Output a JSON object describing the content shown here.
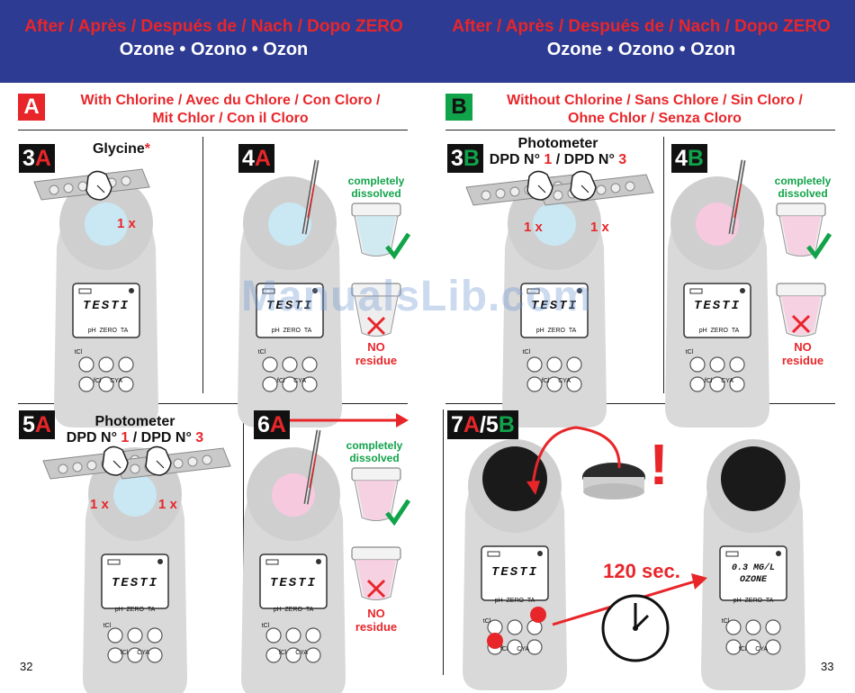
{
  "header": {
    "line1_left": "After / Après / Después de / Nach / Dopo ZERO",
    "line2_left": "Ozone • Ozono • Ozon",
    "line1_right": "After / Après / Después de / Nach / Dopo ZERO",
    "line2_right": "Ozone • Ozono • Ozon"
  },
  "section_a": {
    "letter": "A",
    "title_line1": "With Chlorine / Avec du Chlore / Con Cloro /",
    "title_line2": "Mit Chlor / Con il Cloro"
  },
  "section_b": {
    "letter": "B",
    "title_line1": "Without Chlorine / Sans Chlore / Sin Cloro /",
    "title_line2": "Ohne Chlor / Senza Cloro"
  },
  "steps": {
    "s3a": {
      "num": "3",
      "suffix": "A",
      "label": "Glycine",
      "asterisk": "*",
      "mult": "1 x"
    },
    "s4a": {
      "num": "4",
      "suffix": "A",
      "dissolved": "completely dissolved",
      "no": "NO",
      "residue": "residue"
    },
    "s3b": {
      "num": "3",
      "suffix": "B",
      "label1": "Photometer",
      "dpd_a": "DPD N° ",
      "dpd_a_num": "1",
      "dpd_sep": " / DPD N° ",
      "dpd_b_num": "3",
      "mult_left": "1 x",
      "mult_right": "1 x"
    },
    "s4b": {
      "num": "4",
      "suffix": "B",
      "dissolved": "completely dissolved",
      "no": "NO",
      "residue": "residue"
    },
    "s5a": {
      "num": "5",
      "suffix": "A",
      "label1": "Photometer",
      "dpd_a": "DPD N° ",
      "dpd_a_num": "1",
      "dpd_sep": " / DPD N° ",
      "dpd_b_num": "3",
      "mult_left": "1 x",
      "mult_right": "1 x"
    },
    "s6a": {
      "num": "6",
      "suffix": "A",
      "dissolved": "completely dissolved",
      "no": "NO",
      "residue": "residue"
    },
    "s7": {
      "num": "7",
      "a": "A",
      "slash": "/",
      "num2": "5",
      "b": "B",
      "time": "120 sec.",
      "exclaim": "!"
    }
  },
  "device": {
    "display": "TESTI",
    "result_line1": "0.3 MG/L",
    "result_line2": "OZONE",
    "buttons": {
      "ph": "pH",
      "zero": "ZERO",
      "ta": "TA",
      "tcl": "tCl",
      "fcl": "fCl",
      "cya": "CYA"
    }
  },
  "page_left": "32",
  "page_right": "33",
  "watermark": "ManualsLib.com"
}
